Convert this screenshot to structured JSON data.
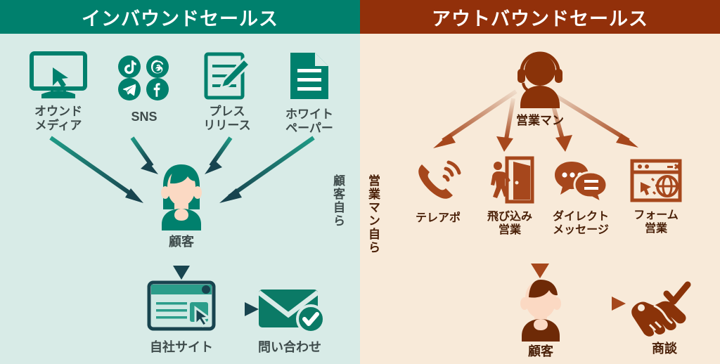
{
  "inbound": {
    "header": "インバウンドセールス",
    "header_bg": "#00806d",
    "panel_bg": "#d8ebe7",
    "accent": "#00806d",
    "arrow_dark": "#18444f",
    "text_color": "#3e4b4b",
    "vertical_note": "顧客自ら",
    "channels": [
      {
        "label": "オウンド\nメディア",
        "icon": "monitor-cursor-icon"
      },
      {
        "label": "SNS",
        "icon": "social-networks-icon"
      },
      {
        "label": "プレス\nリリース",
        "icon": "document-pen-icon"
      },
      {
        "label": "ホワイト\nペーパー",
        "icon": "whitepaper-document-icon"
      }
    ],
    "social_icons": [
      "tiktok-icon",
      "threads-icon",
      "telegram-icon",
      "facebook-icon"
    ],
    "customer": {
      "label": "顧客",
      "icon": "female-customer-icon"
    },
    "outcome": [
      {
        "label": "自社サイト",
        "icon": "browser-window-icon"
      },
      {
        "label": "問い合わせ",
        "icon": "envelope-check-icon"
      }
    ]
  },
  "outbound": {
    "header": "アウトバウンドセールス",
    "header_bg": "#92300a",
    "panel_bg": "#f8ead9",
    "accent": "#92300a",
    "arrow_light": "#e0c4ab",
    "text_color": "#4a2008",
    "vertical_note": "営業マン自ら",
    "salesperson": {
      "label": "営業マン",
      "icon": "headset-agent-icon"
    },
    "methods": [
      {
        "label": "テレアポ",
        "icon": "phone-ringing-icon"
      },
      {
        "label": "飛び込み\n営業",
        "icon": "person-door-icon"
      },
      {
        "label": "ダイレクト\nメッセージ",
        "icon": "speech-bubbles-icon"
      },
      {
        "label": "フォーム\n営業",
        "icon": "browser-globe-icon"
      }
    ],
    "customer": {
      "label": "顧客",
      "icon": "male-customer-icon"
    },
    "outcome": {
      "label": "商談",
      "icon": "handshake-check-icon"
    }
  }
}
